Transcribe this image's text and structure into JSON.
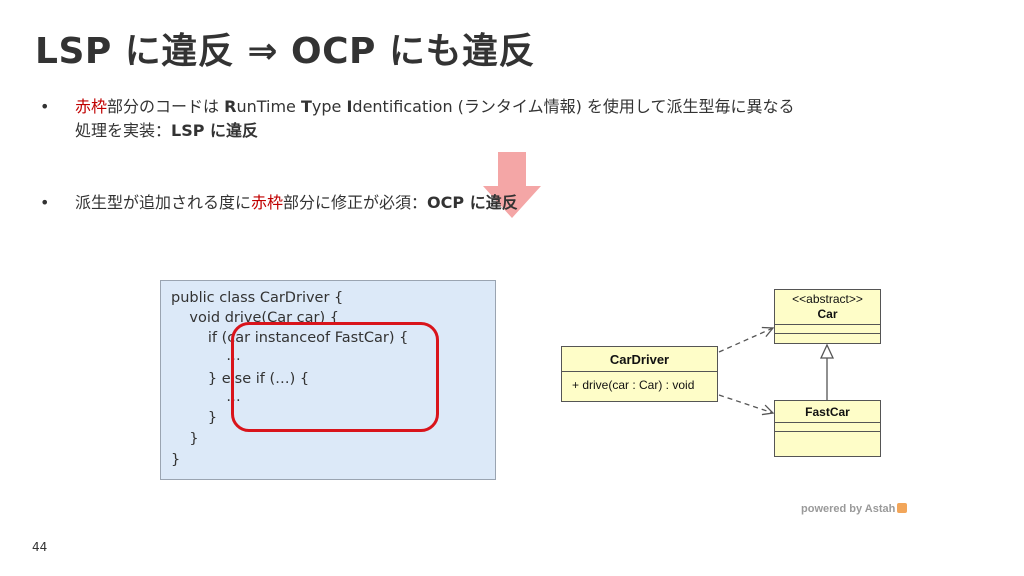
{
  "title": "LSP に違反 ⇒ OCP にも違反",
  "bullets": [
    {
      "marker": "•",
      "line1": {
        "red": "赤枠",
        "part1": "部分のコードは ",
        "r": "R",
        "untime": "unTime ",
        "t": "T",
        "ype": "ype ",
        "i": "I",
        "rest": "dentification (ランタイム情報) を使用して派生型毎に異なる"
      },
      "line2": {
        "plain": "処理を実装：",
        "bold": "LSP に違反"
      }
    },
    {
      "marker": "•",
      "line1": {
        "plain1": "派生型が追加される度に",
        "red": "赤枠",
        "plain2": "部分に修正が必須：",
        "bold": "OCP に違反"
      }
    }
  ],
  "code": [
    "public class CarDriver {",
    "    void drive(Car car) {",
    "        if (car instanceof FastCar) {",
    "            …",
    "        } else if (…) {",
    "            …",
    "        }",
    "    }",
    "}"
  ],
  "uml": {
    "car_driver": {
      "name": "CarDriver",
      "operation": "+ drive(car : Car) : void"
    },
    "car": {
      "stereotype": "<<abstract>>",
      "name": "Car"
    },
    "fast_car": {
      "name": "FastCar"
    }
  },
  "powered_by": "powered by Astah",
  "page_number": "44",
  "colors": {
    "accent_red": "#c00000",
    "frame_red": "#d9141b",
    "arrow_pink": "#f4a6a6",
    "code_bg": "#dce9f8",
    "uml_fill": "#fefdc8"
  }
}
